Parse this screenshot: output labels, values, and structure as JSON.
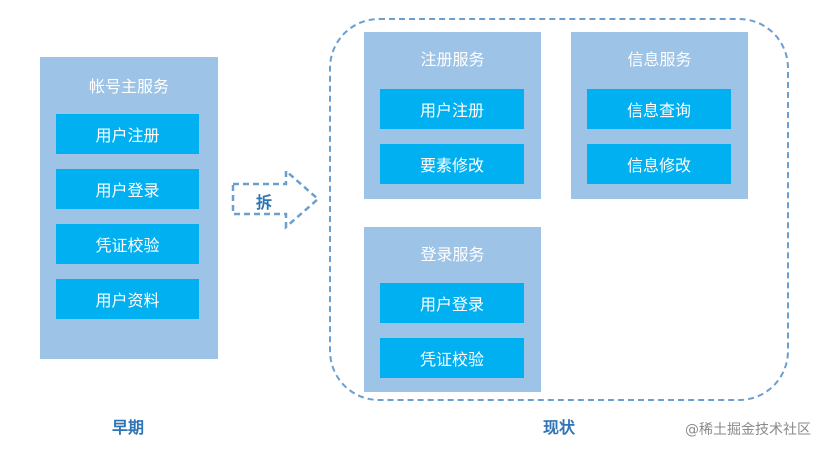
{
  "early": {
    "title": "帐号主服务",
    "items": [
      "用户注册",
      "用户登录",
      "凭证校验",
      "用户资料"
    ],
    "caption": "早期"
  },
  "arrow": {
    "label": "拆"
  },
  "current": {
    "caption": "现状",
    "services": [
      {
        "title": "注册服务",
        "items": [
          "用户注册",
          "要素修改"
        ]
      },
      {
        "title": "信息服务",
        "items": [
          "信息查询",
          "信息修改"
        ]
      },
      {
        "title": "登录服务",
        "items": [
          "用户登录",
          "凭证校验"
        ]
      }
    ]
  },
  "watermark": "@稀土掘金技术社区",
  "colors": {
    "panel": "#9dc3e6",
    "item": "#00b0f0",
    "caption": "#2f75b5",
    "dashed_border": "#6a9fd0"
  }
}
